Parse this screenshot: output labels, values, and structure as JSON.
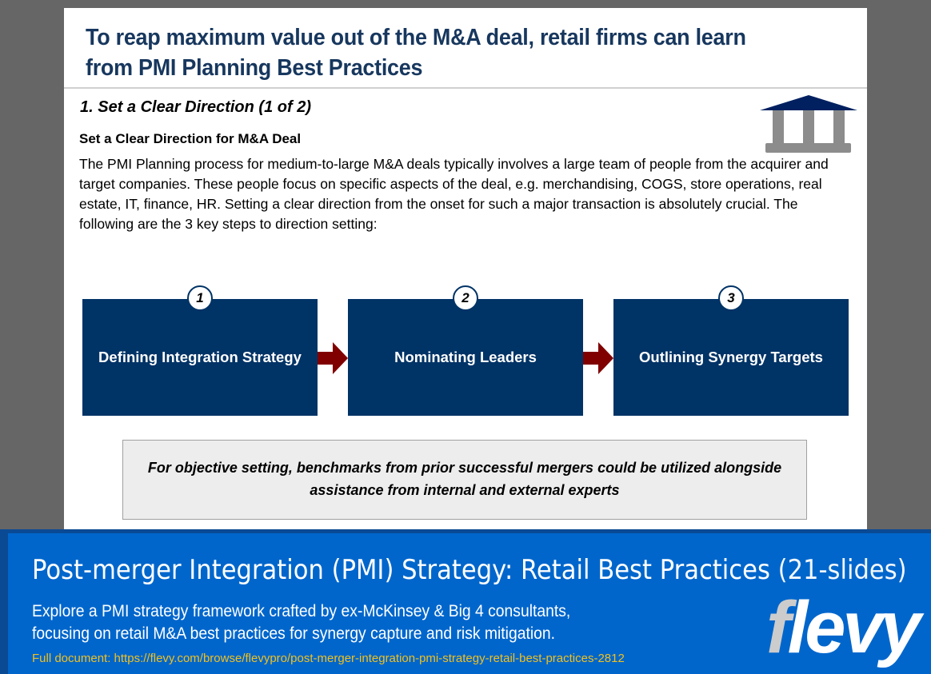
{
  "slide": {
    "title": "To reap maximum value out of the M&A deal, retail firms can learn from PMI Planning Best Practices",
    "section": "1. Set a Clear Direction (1 of 2)",
    "icon": "bank-columns-icon",
    "subheading": "Set a Clear Direction for M&A Deal",
    "body": "The PMI Planning process for medium-to-large M&A deals typically involves a large team of people from the acquirer and target companies.  These people focus on specific aspects of the deal, e.g. merchandising, COGS, store operations, real estate, IT, finance, HR.  Setting a clear direction from the onset for such a major transaction is absolutely crucial.  The following are the 3 key steps to direction setting:",
    "steps": [
      {
        "number": "1",
        "label": "Defining Integration Strategy"
      },
      {
        "number": "2",
        "label": "Nominating Leaders"
      },
      {
        "number": "3",
        "label": "Outlining Synergy Targets"
      }
    ],
    "callout": "For objective setting, benchmarks from prior successful mergers could be utilized alongside assistance from internal and external experts",
    "colors": {
      "title": "#17375e",
      "box": "#003366",
      "arrow": "#800000"
    }
  },
  "banner": {
    "title": "Post-merger Integration (PMI) Strategy: Retail Best Practices",
    "title_suffix": "(21-slides)",
    "description": "Explore a PMI strategy framework crafted by ex-McKinsey & Big 4 consultants, focusing on retail M&A best practices for synergy capture and risk mitigation.",
    "link": "Full document: https://flevy.com/browse/flevypro/post-merger-integration-pmi-strategy-retail-best-practices-2812",
    "logo": "flevy",
    "colors": {
      "background": "#0066cc",
      "link": "#f0c020"
    }
  }
}
